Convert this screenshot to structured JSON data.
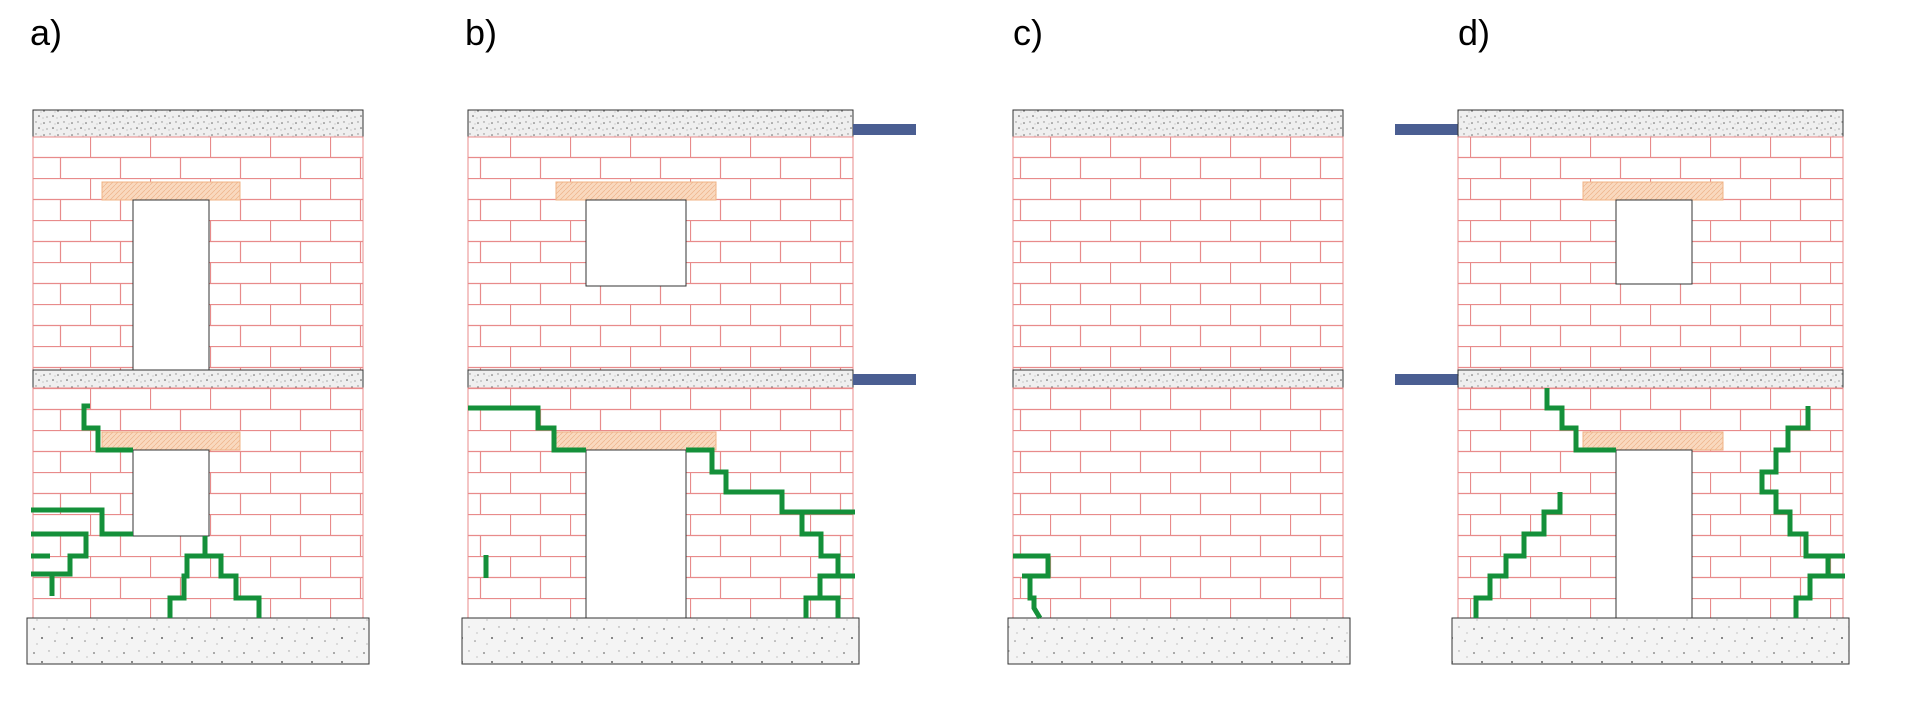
{
  "panels": [
    {
      "label": "a)",
      "name": "panel-a"
    },
    {
      "label": "b)",
      "name": "panel-b"
    },
    {
      "label": "c)",
      "name": "panel-c"
    },
    {
      "label": "d)",
      "name": "panel-d"
    }
  ],
  "colors": {
    "brick_line": "#e88b8b",
    "crack": "#14903a",
    "lintel_fill": "#f9d9bf",
    "lintel_stroke": "#f0b384",
    "slab_fill": "#efefef",
    "foundation_fill": "#f4f4f4",
    "steel_beam": "#4a5e92",
    "outline": "#333333"
  }
}
